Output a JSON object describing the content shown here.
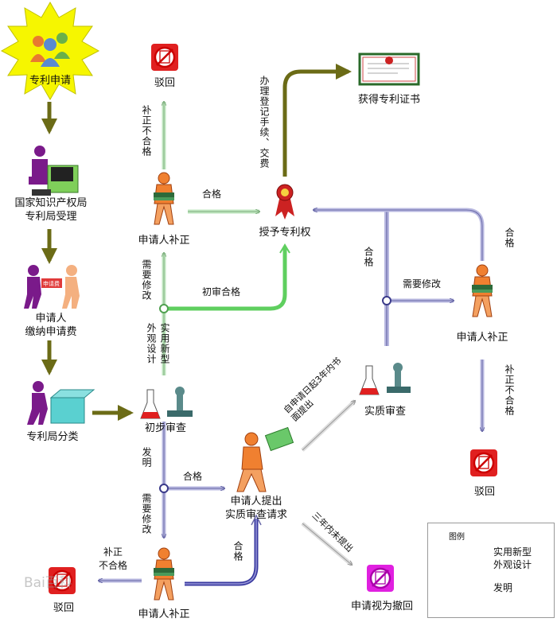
{
  "nodes": {
    "apply": "专利申请",
    "reject_top": "驳回",
    "certificate": "获得专利证书",
    "office_accept": "国家知识产权局\n专利局受理",
    "pay_fee": "申请人\n缴纳申请费",
    "fee_slip": "申请费",
    "classify": "专利局分类",
    "supplement_top": "申请人补正",
    "grant": "授予专利权",
    "prelim": "初步审查",
    "substantive": "实质审查",
    "supplement_right": "申请人补正",
    "reject_right": "驳回",
    "request_exam": "申请人提出\n实质审查请求",
    "supplement_bottom": "申请人补正",
    "reject_bottom": "驳回",
    "withdrawn": "申请视为撤回"
  },
  "edges": {
    "supp_fail_top": "补正不合格",
    "ok_top": "合格",
    "register_fee": "办理登记手续、交费",
    "need_modify_left": "需要修改",
    "prelim_ok": "初审合格",
    "utility_design": "实用新型外观设计",
    "ok_mid": "合格",
    "ok_right": "合格",
    "need_modify_right": "需要修改",
    "supp_fail_right": "补正不合格",
    "within_3yr": "自申请日起3年内书面提出",
    "invention": "发明",
    "ok_request": "合格",
    "need_modify_bottom": "需要修改",
    "ok_bottom": "合格",
    "supp_fail_bottom": "补正\n不合格",
    "not_3yr": "三年内未提出"
  },
  "legend": {
    "title": "图例",
    "utility": "实用新型\n外观设计",
    "invention": "发明",
    "utility_color": "#4fc84f",
    "invention_color": "#5050a8"
  },
  "watermark": "Bai百科"
}
